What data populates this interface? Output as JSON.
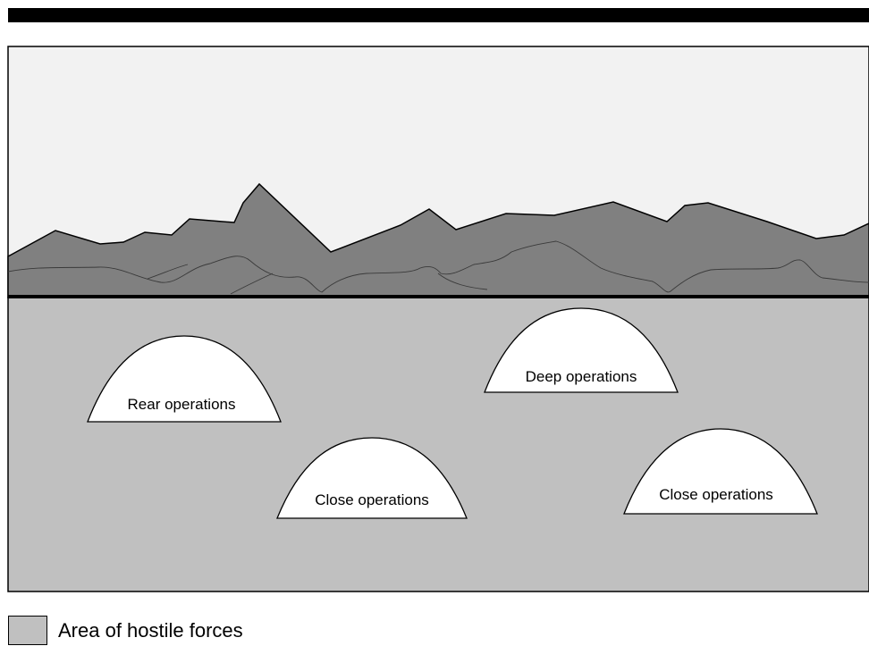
{
  "header_bar": {
    "color": "#000000"
  },
  "scene": {
    "sky_color": "#f2f2f2",
    "mountain_color": "#808080",
    "ground_color": "#c0c0c0",
    "dome_fill": "#ffffff"
  },
  "zones": {
    "rear": "Rear operations",
    "deep": "Deep operations",
    "close_left": "Close operations",
    "close_right": "Close operations"
  },
  "legend": {
    "swatch_color": "#c0c0c0",
    "label": "Area of hostile forces"
  }
}
